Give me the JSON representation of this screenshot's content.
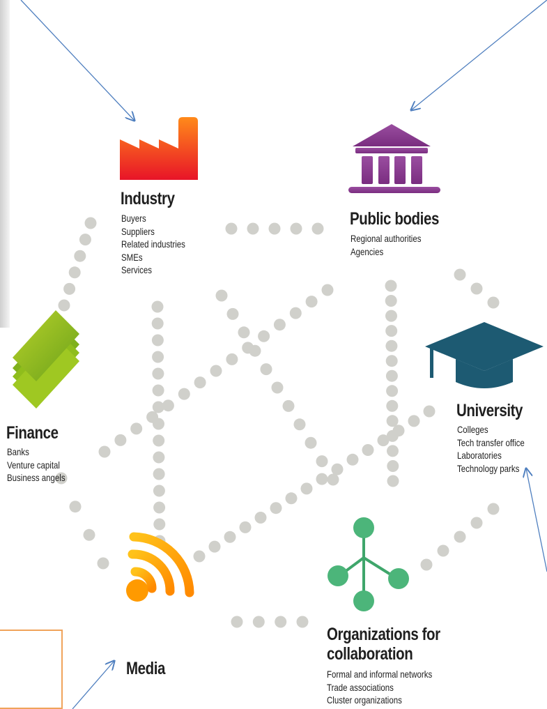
{
  "nodes": {
    "industry": {
      "title": "Industry",
      "items": [
        "Buyers",
        "Suppliers",
        "Related industries",
        "SMEs",
        "Services"
      ]
    },
    "public_bodies": {
      "title": "Public bodies",
      "items": [
        "Regional authorities",
        "Agencies"
      ]
    },
    "university": {
      "title": "University",
      "items": [
        "Colleges",
        "Tech transfer office",
        "Laboratories",
        "Technology parks"
      ]
    },
    "finance": {
      "title": "Finance",
      "items": [
        "Banks",
        "Venture capital",
        "Business angels"
      ]
    },
    "media": {
      "title": "Media",
      "items": []
    },
    "organizations": {
      "title": "Organizations for collaboration",
      "items": [
        "Formal and informal networks",
        "Trade associations",
        "Cluster organizations"
      ]
    }
  },
  "icons": {
    "industry": "factory-icon",
    "public_bodies": "government-building-icon",
    "university": "graduation-cap-icon",
    "finance": "stacked-cards-icon",
    "media": "rss-feed-icon",
    "organizations": "network-tree-icon"
  },
  "colors": {
    "connector_dots": "#d0d0cb",
    "arrow": "#4f7fbf",
    "factory_top": "#ff7a14",
    "factory_bottom": "#e8102a",
    "building": "#8a3a8f",
    "cap": "#1d5a72",
    "finance": "#8fbd1c",
    "media": "#ff9a00",
    "network": "#3fa66b",
    "callout_border": "#f0a35a"
  }
}
